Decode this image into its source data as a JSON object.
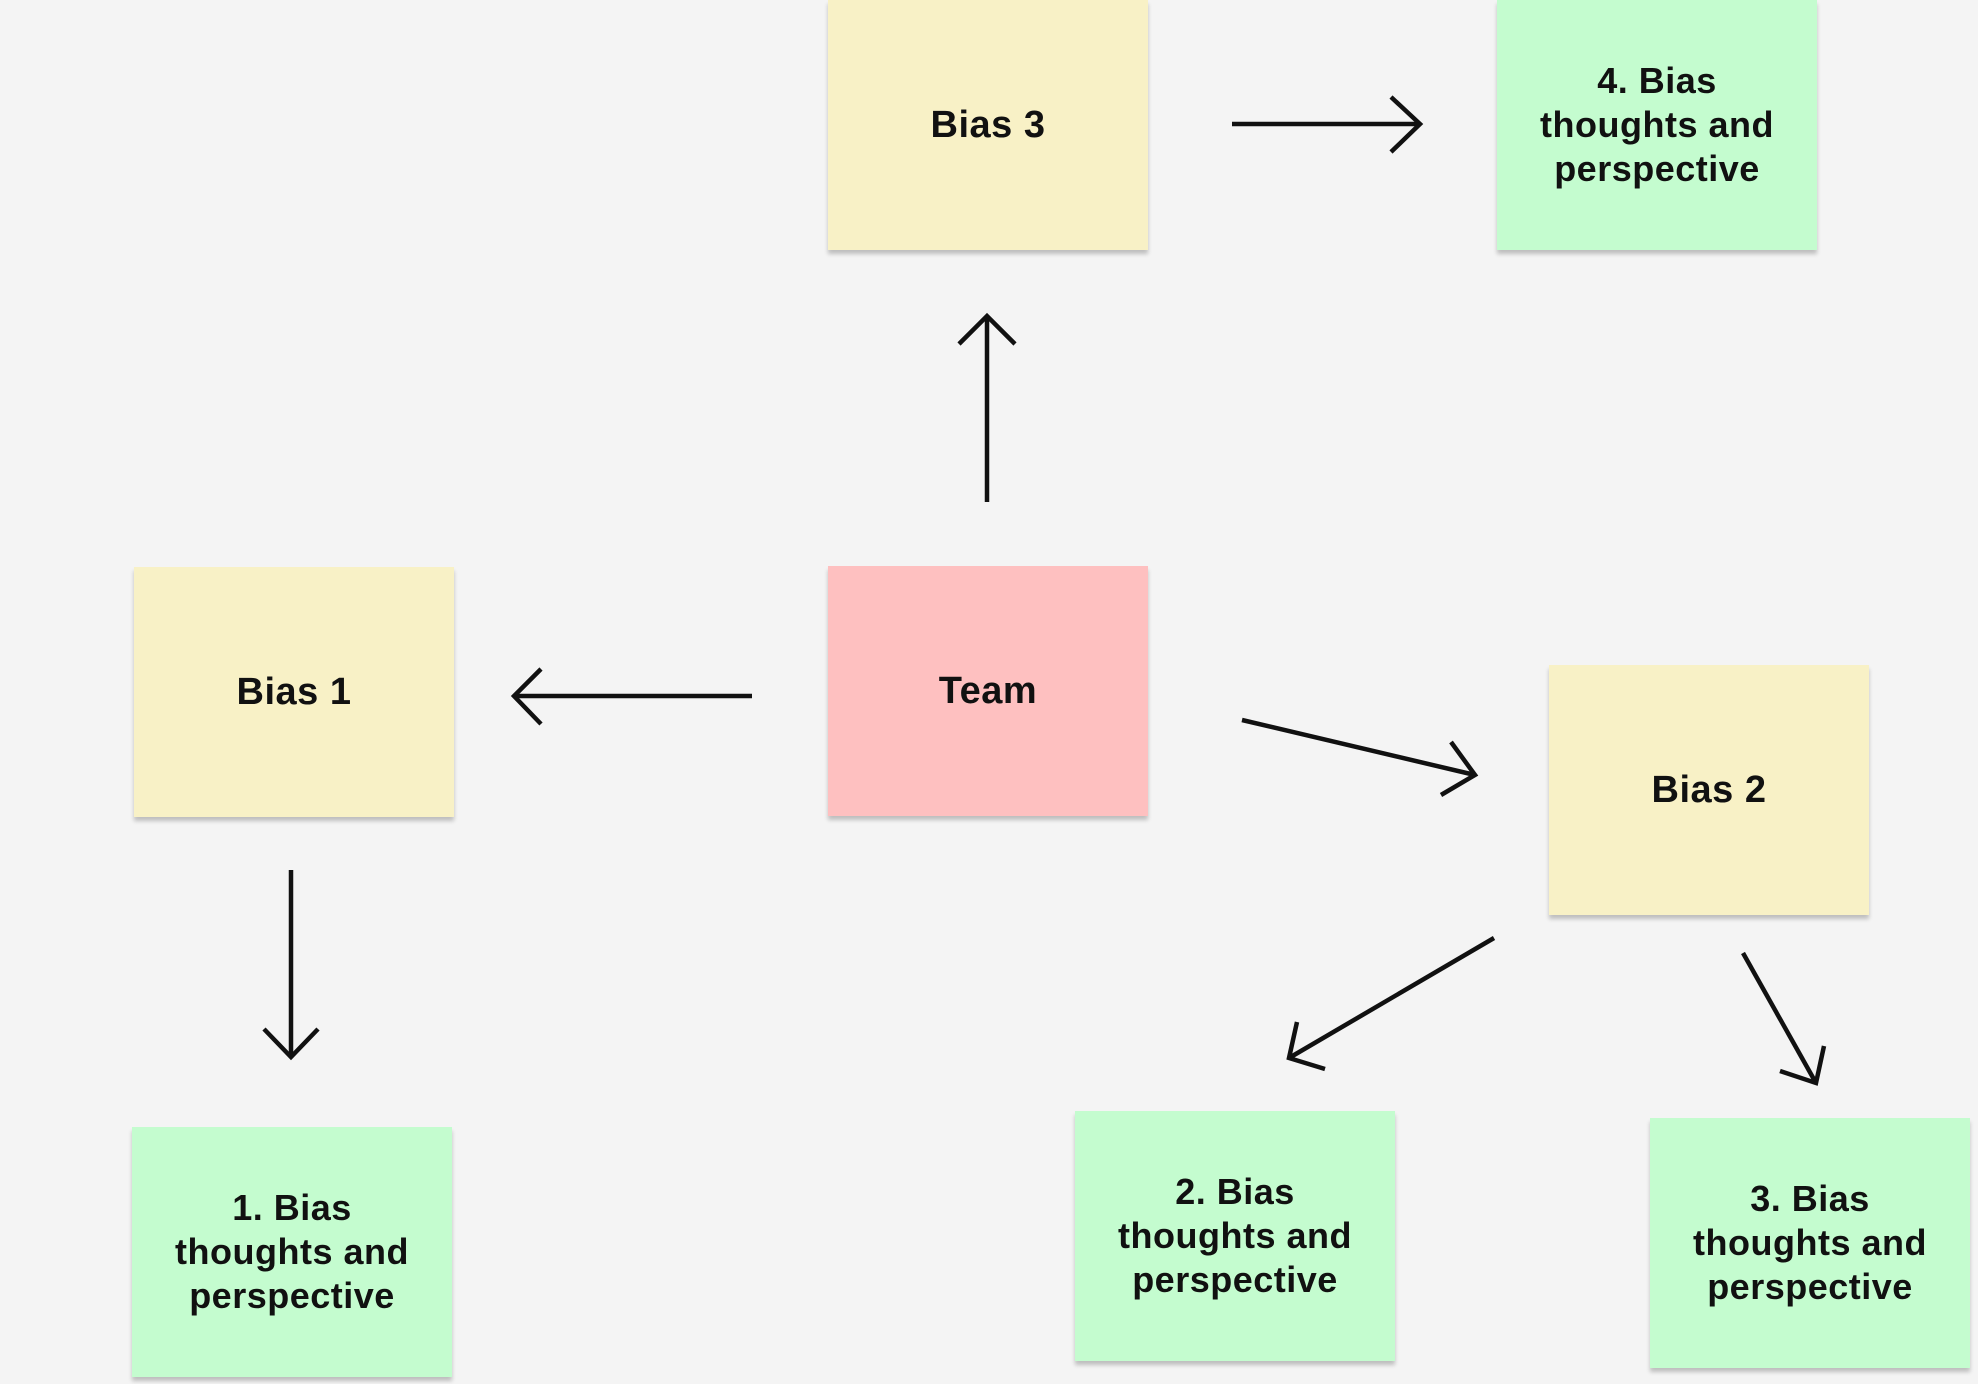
{
  "nodes": {
    "team": {
      "label": "Team",
      "color": "#fec0c0"
    },
    "bias1": {
      "label": "Bias 1",
      "color": "#f8f1c6"
    },
    "bias2": {
      "label": "Bias 2",
      "color": "#f8f1c6"
    },
    "bias3": {
      "label": "Bias 3",
      "color": "#f8f1c6"
    },
    "result1": {
      "line1": "1. Bias",
      "line2": "thoughts and",
      "line3": "perspective",
      "color": "#c4fccf"
    },
    "result2": {
      "line1": "2. Bias",
      "line2": "thoughts and",
      "line3": "perspective",
      "color": "#c4fccf"
    },
    "result3": {
      "line1": "3. Bias",
      "line2": "thoughts and",
      "line3": "perspective",
      "color": "#c4fccf"
    },
    "result4": {
      "line1": "4. Bias",
      "line2": "thoughts and",
      "line3": "perspective",
      "color": "#c4fccf"
    }
  },
  "edges": [
    {
      "from": "Team",
      "to": "Bias 1"
    },
    {
      "from": "Team",
      "to": "Bias 2"
    },
    {
      "from": "Team",
      "to": "Bias 3"
    },
    {
      "from": "Bias 1",
      "to": "1. Bias thoughts and perspective"
    },
    {
      "from": "Bias 2",
      "to": "2. Bias thoughts and perspective"
    },
    {
      "from": "Bias 2",
      "to": "3. Bias thoughts and perspective"
    },
    {
      "from": "Bias 3",
      "to": "4. Bias thoughts and perspective"
    }
  ],
  "colors": {
    "background": "#f4f4f4",
    "arrow": "#111111"
  }
}
